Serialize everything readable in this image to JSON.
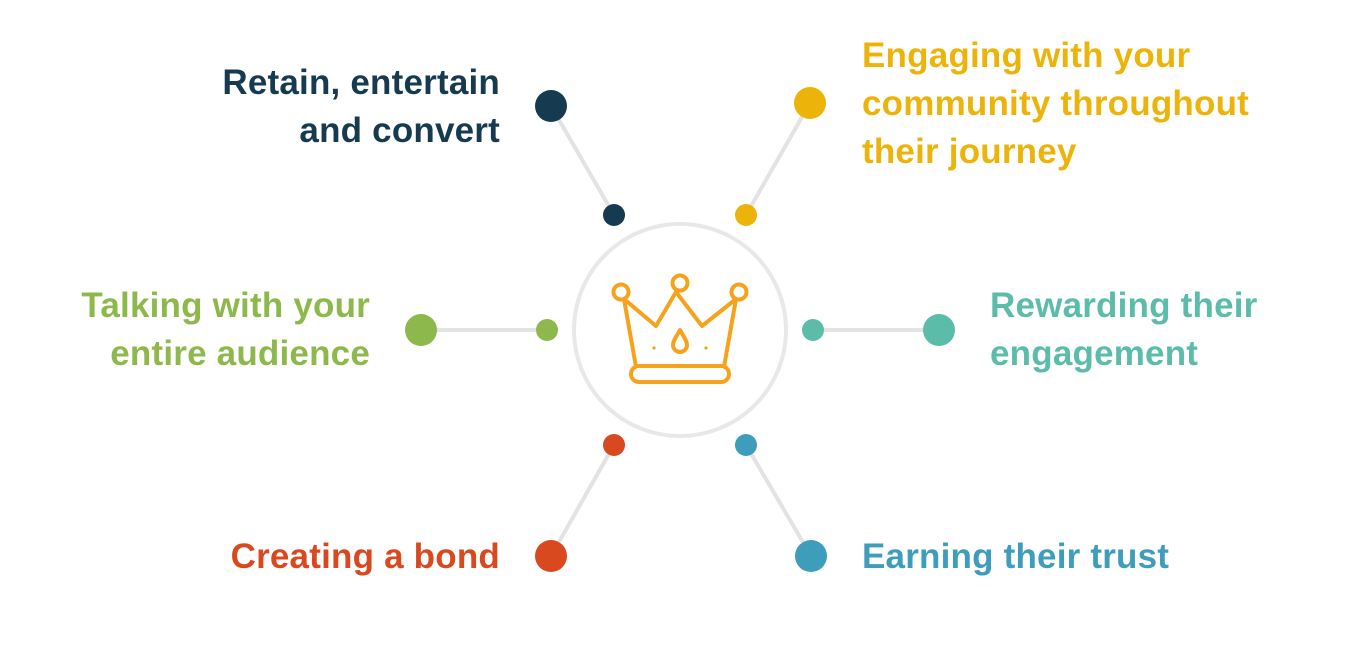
{
  "colors": {
    "navy": "#163a50",
    "yellow": "#ecb40a",
    "green": "#8db84b",
    "teal": "#5bbcaa",
    "red": "#d9491f",
    "blue": "#3d9dbb",
    "orange": "#f7a21c",
    "connector": "#e3e3e3",
    "ring": "#e8e8e8"
  },
  "center": {
    "icon": "crown-icon"
  },
  "branches": [
    {
      "id": "retain",
      "lines": [
        "Retain, entertain",
        "and convert"
      ],
      "color": "#163a50"
    },
    {
      "id": "engaging",
      "lines": [
        "Engaging with your",
        "community throughout",
        "their journey"
      ],
      "color": "#ecb40a"
    },
    {
      "id": "talking",
      "lines": [
        "Talking with your",
        "entire audience"
      ],
      "color": "#8db84b"
    },
    {
      "id": "rewarding",
      "lines": [
        "Rewarding their",
        "engagement"
      ],
      "color": "#5bbcaa"
    },
    {
      "id": "bond",
      "lines": [
        "Creating a bond"
      ],
      "color": "#d9491f"
    },
    {
      "id": "trust",
      "lines": [
        "Earning their trust"
      ],
      "color": "#3d9dbb"
    }
  ]
}
